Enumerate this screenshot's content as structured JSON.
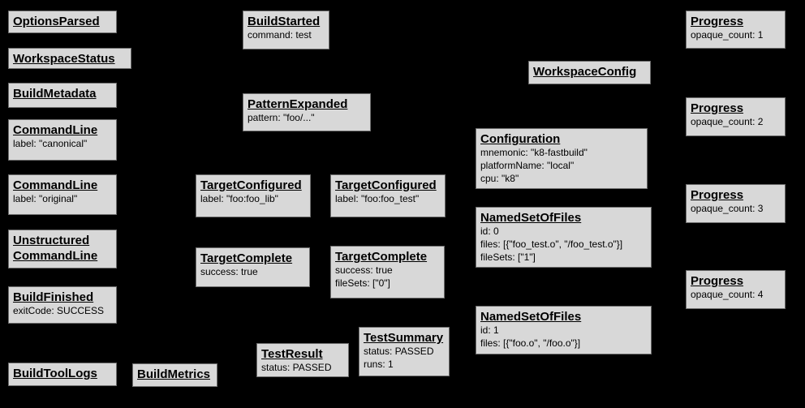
{
  "diagram": {
    "background": "#000000",
    "node_fill": "#d8d8d8",
    "node_border": "#6e6e6e",
    "text_color": "#000000",
    "nodes": [
      {
        "title": "OptionsParsed",
        "attrs": []
      },
      {
        "title": "WorkspaceStatus",
        "attrs": []
      },
      {
        "title": "BuildMetadata",
        "attrs": []
      },
      {
        "title": "CommandLine",
        "attrs": [
          "label: \"canonical\""
        ]
      },
      {
        "title": "CommandLine",
        "attrs": [
          "label: \"original\""
        ]
      },
      {
        "title": "Unstructured CommandLine",
        "attrs": []
      },
      {
        "title": "BuildFinished",
        "attrs": [
          "exitCode: SUCCESS"
        ]
      },
      {
        "title": "BuildToolLogs",
        "attrs": []
      },
      {
        "title": "BuildMetrics",
        "attrs": []
      },
      {
        "title": "BuildStarted",
        "attrs": [
          "command: test"
        ]
      },
      {
        "title": "PatternExpanded",
        "attrs": [
          "pattern: \"foo/...\""
        ]
      },
      {
        "title": "TargetConfigured",
        "attrs": [
          "label: \"foo:foo_lib\""
        ]
      },
      {
        "title": "TargetConfigured",
        "attrs": [
          "label: \"foo:foo_test\""
        ]
      },
      {
        "title": "TargetComplete",
        "attrs": [
          "success: true"
        ]
      },
      {
        "title": "TargetComplete",
        "attrs": [
          "success: true",
          "fileSets: [\"0\"]"
        ]
      },
      {
        "title": "TestResult",
        "attrs": [
          "status: PASSED"
        ]
      },
      {
        "title": "TestSummary",
        "attrs": [
          "status: PASSED",
          "runs: 1"
        ]
      },
      {
        "title": "WorkspaceConfig",
        "attrs": []
      },
      {
        "title": "Configuration",
        "attrs": [
          "mnemonic: \"k8-fastbuild\"",
          "platformName: \"local\"",
          "cpu: \"k8\""
        ]
      },
      {
        "title": "NamedSetOfFiles",
        "attrs": [
          "id: 0",
          "files: [{\"foo_test.o\", \"/foo_test.o\"}]",
          "fileSets: [\"1\"]"
        ]
      },
      {
        "title": "NamedSetOfFiles",
        "attrs": [
          "id: 1",
          "files: [{\"foo.o\", \"/foo.o\"}]"
        ]
      },
      {
        "title": "Progress",
        "attrs": [
          "opaque_count: 1"
        ]
      },
      {
        "title": "Progress",
        "attrs": [
          "opaque_count: 2"
        ]
      },
      {
        "title": "Progress",
        "attrs": [
          "opaque_count: 3"
        ]
      },
      {
        "title": "Progress",
        "attrs": [
          "opaque_count: 4"
        ]
      }
    ]
  }
}
